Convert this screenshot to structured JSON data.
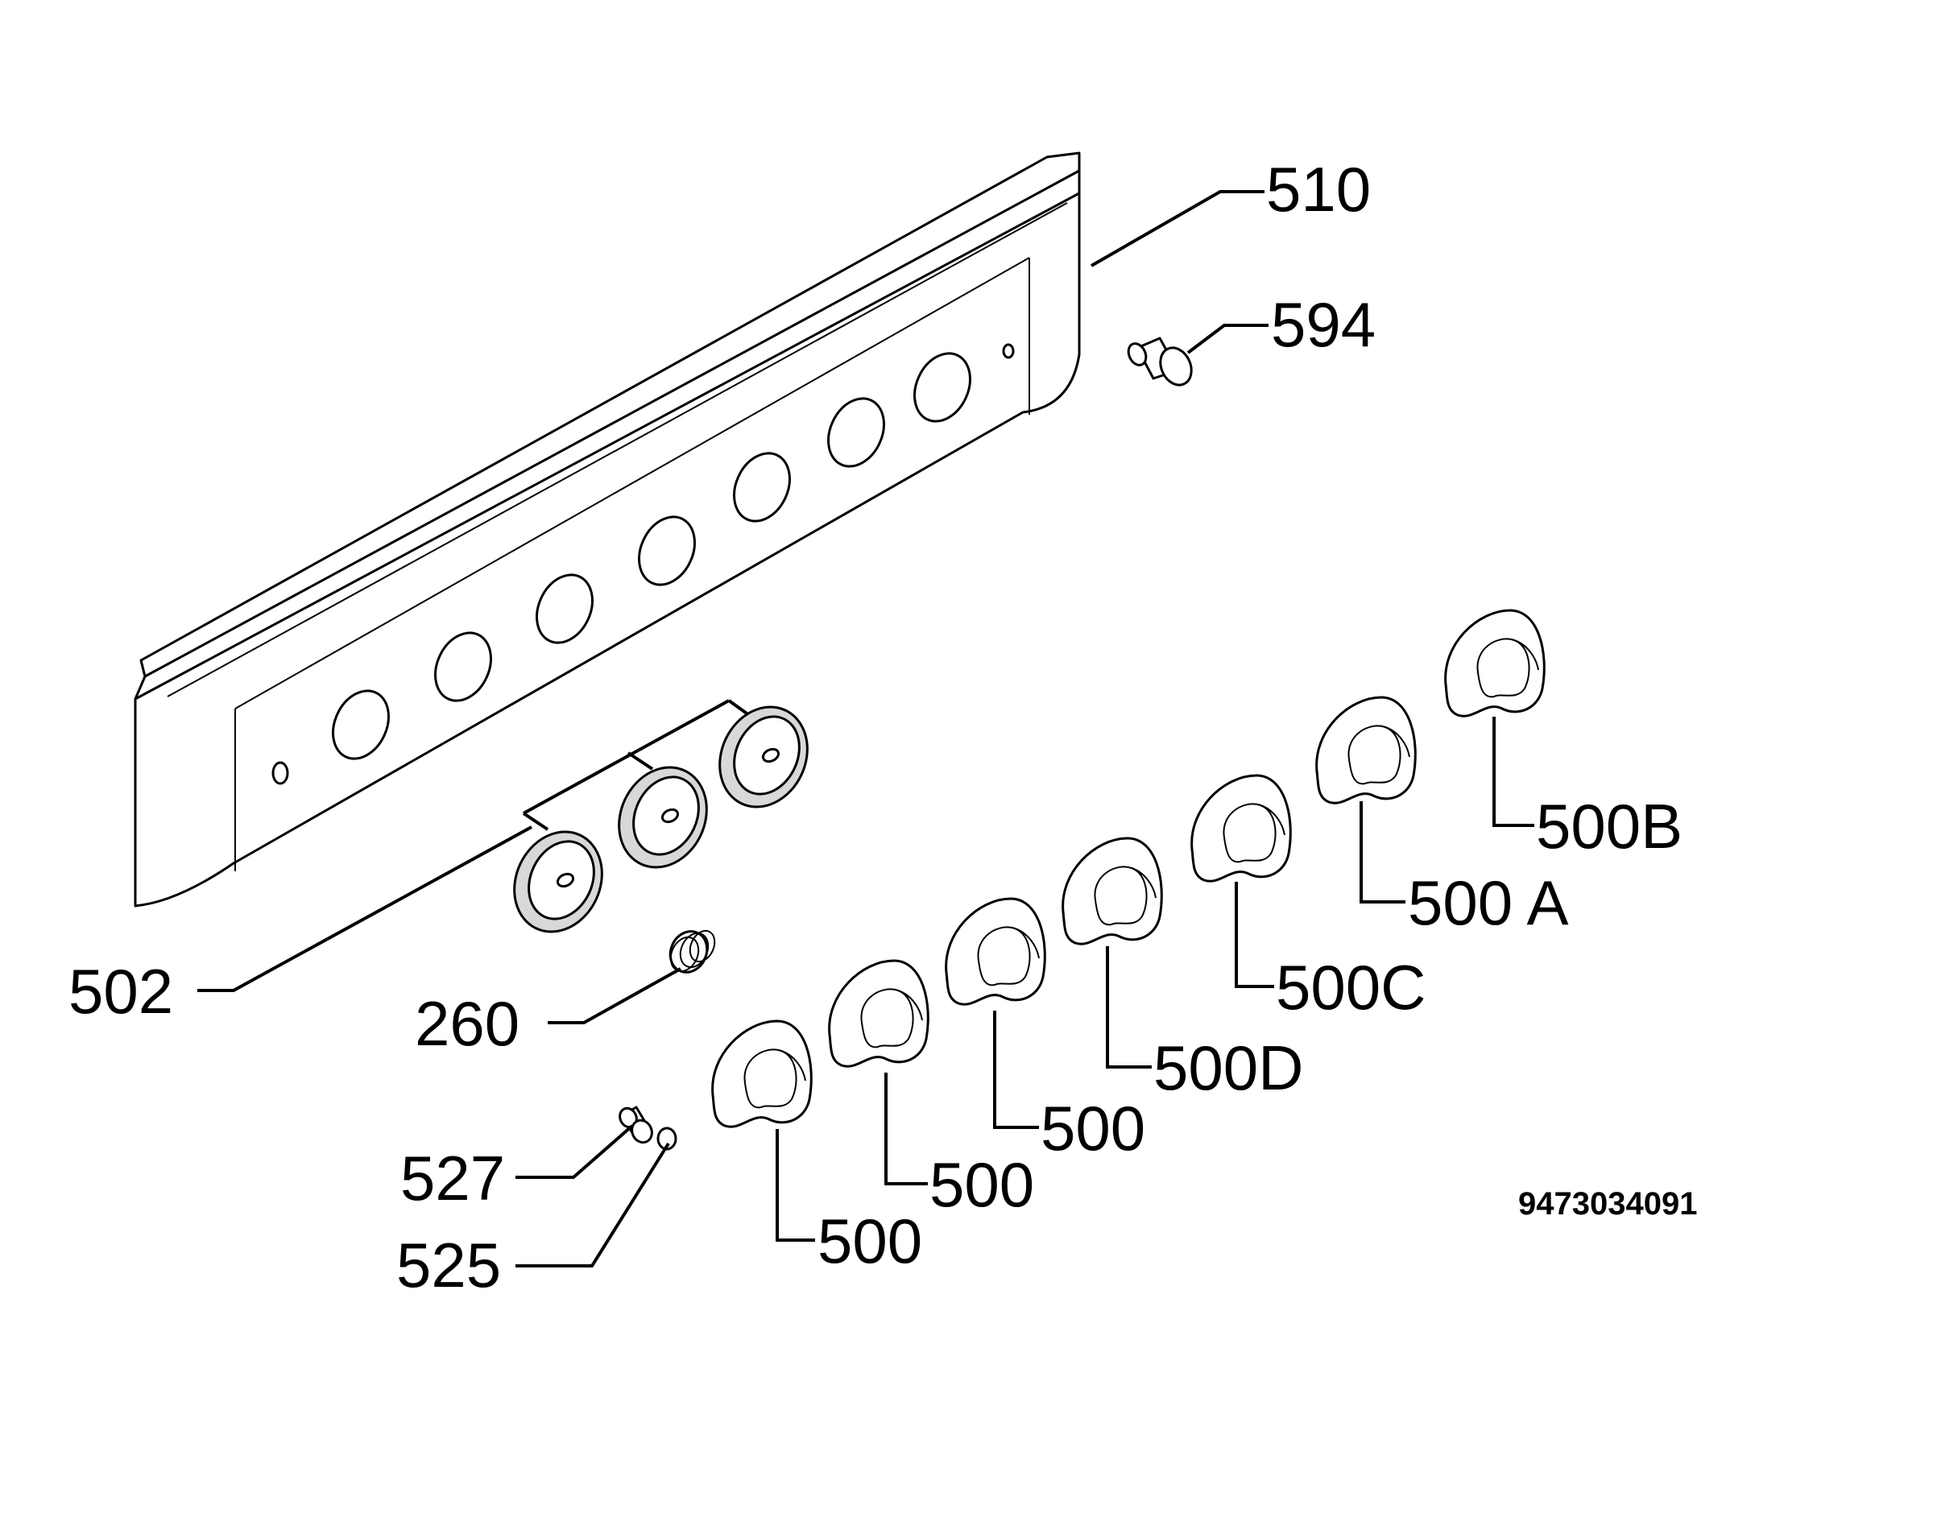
{
  "labels": {
    "p510": "510",
    "p594": "594",
    "p502": "502",
    "p260": "260",
    "p527": "527",
    "p525": "525",
    "k1": "500",
    "k2": "500",
    "k3": "500",
    "k4": "500D",
    "k5": "500C",
    "k6": "500 A",
    "k7": "500B"
  },
  "drawing_code": "9473034091"
}
